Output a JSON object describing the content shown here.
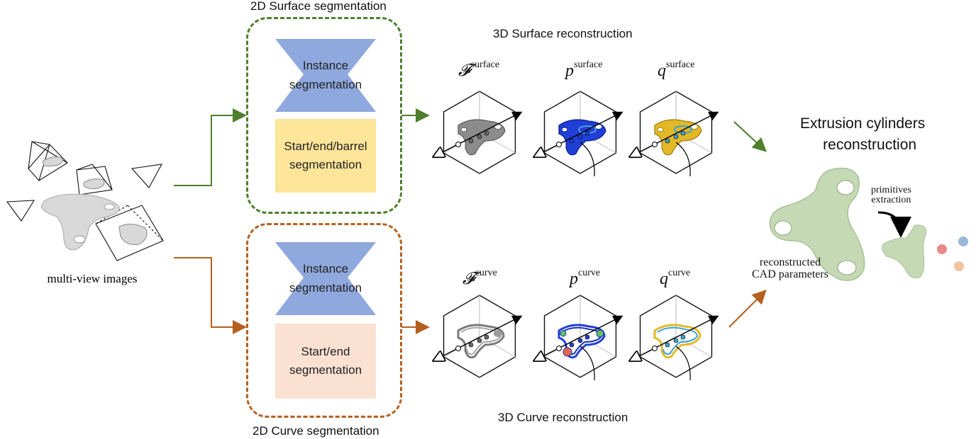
{
  "input": {
    "label": "multi-view images"
  },
  "surface_seg": {
    "title": "2D Surface segmentation",
    "color": "#4e7f2c",
    "instance": {
      "line1": "Instance",
      "line2": "segmentation",
      "color": "#8fa8dd"
    },
    "second": {
      "line1": "Start/end/barrel",
      "line2": "segmentation",
      "color": "#fde599"
    }
  },
  "curve_seg": {
    "title": "2D Curve segmentation",
    "color": "#b5601e",
    "instance": {
      "line1": "Instance",
      "line2": "segmentation",
      "color": "#8fa8dd"
    },
    "second": {
      "line1": "Start/end",
      "line2": "segmentation",
      "color": "#fae1d2"
    }
  },
  "surface_recon": {
    "title": "3D Surface reconstruction",
    "fields": [
      {
        "symbol": "𝓕",
        "sup": "surface",
        "tint": "gray"
      },
      {
        "symbol": "p",
        "sup": "surface",
        "tint": "blue"
      },
      {
        "symbol": "q",
        "sup": "surface",
        "tint": "yellow"
      }
    ]
  },
  "curve_recon": {
    "title": "3D Curve reconstruction",
    "fields": [
      {
        "symbol": "𝓕",
        "sup": "curve",
        "tint": "gray"
      },
      {
        "symbol": "p",
        "sup": "curve",
        "tint": "blue"
      },
      {
        "symbol": "q",
        "sup": "curve",
        "tint": "yellow"
      }
    ]
  },
  "output": {
    "title_line1": "Extrusion cylinders",
    "title_line2": "reconstruction",
    "params_line1": "reconstructed",
    "params_line2": "CAD parameters",
    "extract_line1": "primitives",
    "extract_line2": "extraction",
    "shape_color": "#c5d9b5"
  }
}
